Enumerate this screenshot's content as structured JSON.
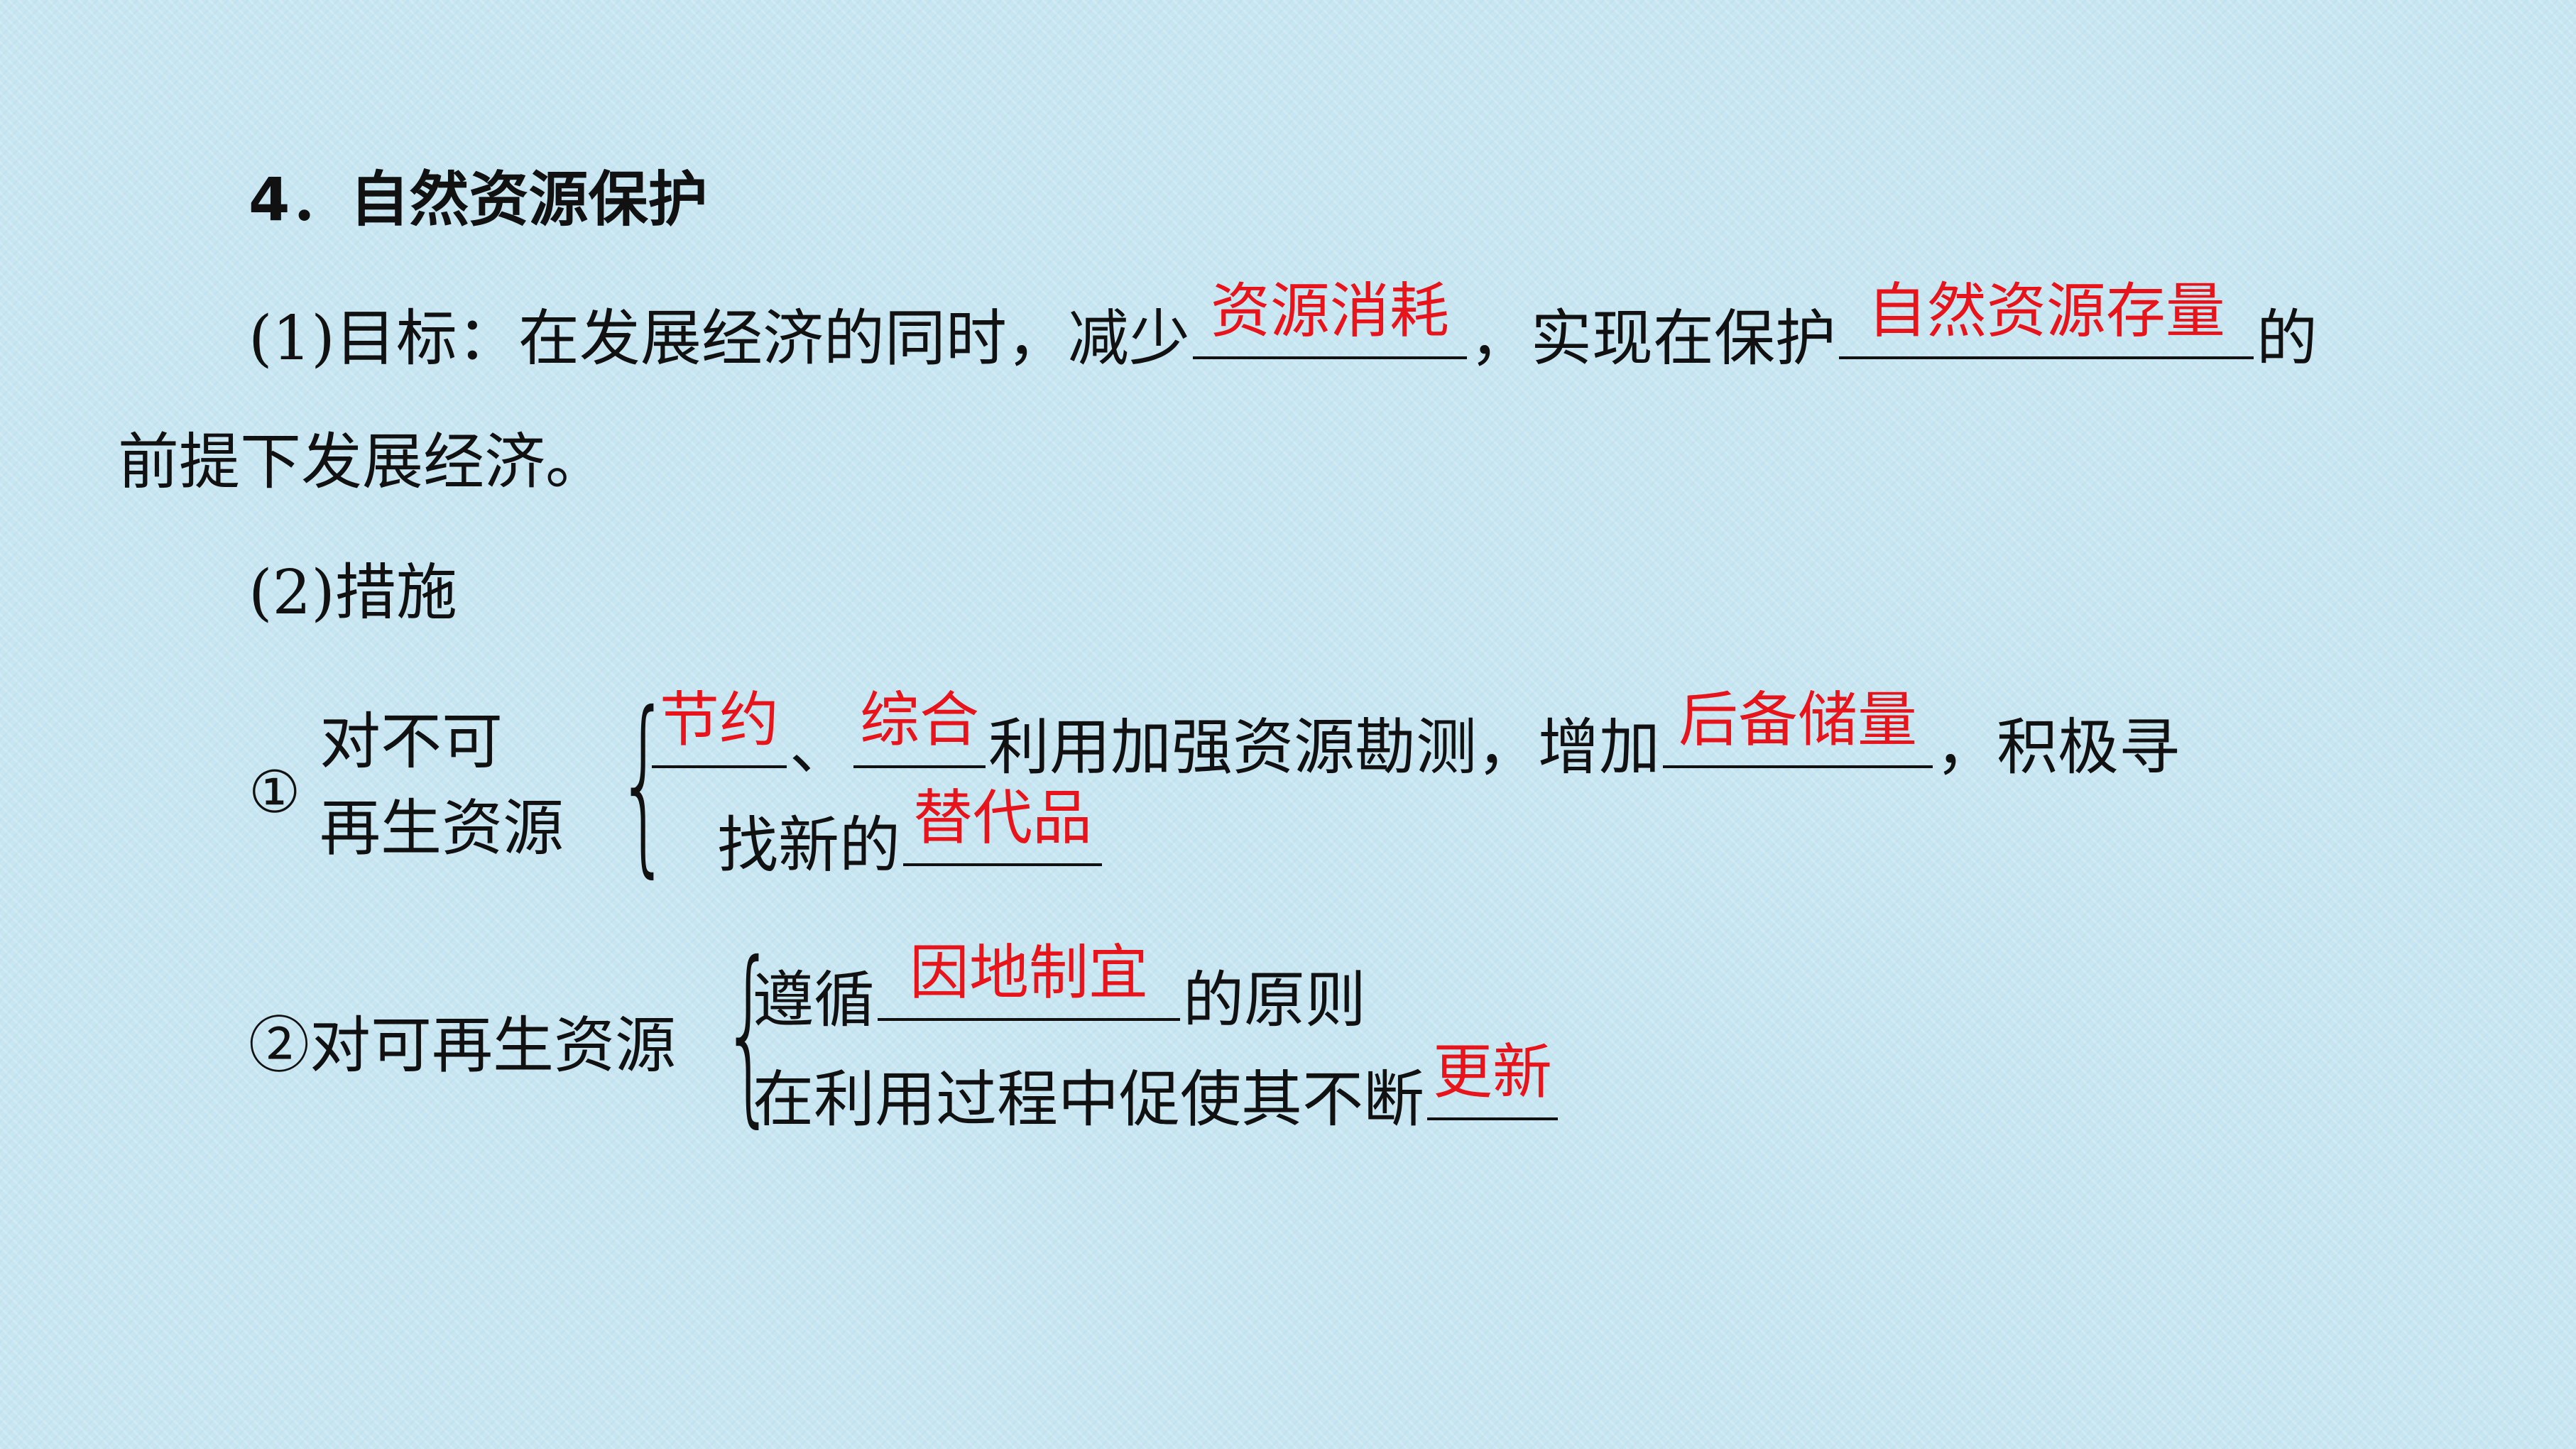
{
  "heading": "4．自然资源保护",
  "goal": {
    "label": "(1)目标：在发展经济的同时，减少",
    "blank1": "资源消耗",
    "mid": "，实现在保护",
    "blank2": "自然资源存量",
    "end": "的",
    "line2": "前提下发展经济。"
  },
  "measures": {
    "title": "(2)措施",
    "nonrenewable": {
      "marker": "①",
      "label_line1": "对不可",
      "label_line2": "再生资源",
      "blank1": "节约",
      "sep": "、",
      "blank2": "综合",
      "text1": "利用加强资源勘测，增加",
      "blank3": "后备储量",
      "text2": "，积极寻",
      "text3": "找新的",
      "blank4": "替代品"
    },
    "renewable": {
      "label": "②对可再生资源",
      "line1_pre": "遵循",
      "blank1": "因地制宜",
      "line1_post": "的原则",
      "line2_pre": "在利用过程中促使其不断",
      "blank2": "更新"
    }
  }
}
